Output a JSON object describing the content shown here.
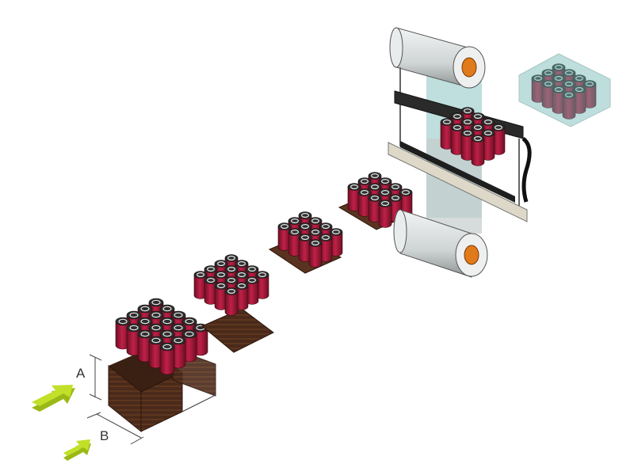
{
  "diagram": {
    "title": "",
    "dimension_labels": {
      "a": "A",
      "b": "B"
    },
    "colors": {
      "can_body": "#a0193a",
      "can_top": "#3a3a3a",
      "wood": "#4a2a1a",
      "arrow": "#a6c61a",
      "film": "#6fb8b3",
      "roll": "#d8dcdc",
      "core": "#e07a1a"
    },
    "stages": [
      {
        "name": "stacked-pallet-with-cans",
        "grid": "5x4"
      },
      {
        "name": "can-group-on-tray",
        "grid": "4x4"
      },
      {
        "name": "can-group-on-pad-1",
        "grid": "4x3"
      },
      {
        "name": "can-group-on-pad-2",
        "grid": "4x3"
      },
      {
        "name": "shrink-wrap-station",
        "grid": "4x3"
      },
      {
        "name": "wrapped-pack",
        "grid": "4x3"
      }
    ]
  }
}
